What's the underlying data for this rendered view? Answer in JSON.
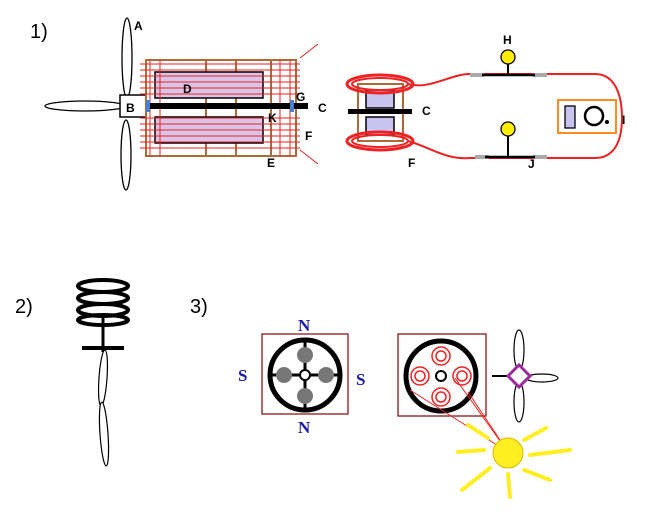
{
  "section_numbers": {
    "s1": "1)",
    "s2": "2)",
    "s3": "3)"
  },
  "labels": {
    "a": "A",
    "b": "B",
    "c1": "C",
    "c2": "C",
    "d": "D",
    "e": "E",
    "f1": "F",
    "f2": "F",
    "g": "G",
    "h": "H",
    "i": "I",
    "j": "J",
    "k": "K"
  },
  "poles": {
    "north_top": "N",
    "south_left": "S",
    "south_right": "S",
    "north_bottom": "N"
  },
  "colors": {
    "red": "#ee2222",
    "brown": "#b06a3a",
    "lavender": "#d9c4ea",
    "pale_blue": "#c8c4f0",
    "bulb_yellow": "#ffee00",
    "sun_yellow": "#ffee22",
    "pole_blue": "#1a1aa8",
    "orange": "#ff8a1e",
    "purple": "#9b2aa0",
    "magnet_gray": "#777777"
  }
}
